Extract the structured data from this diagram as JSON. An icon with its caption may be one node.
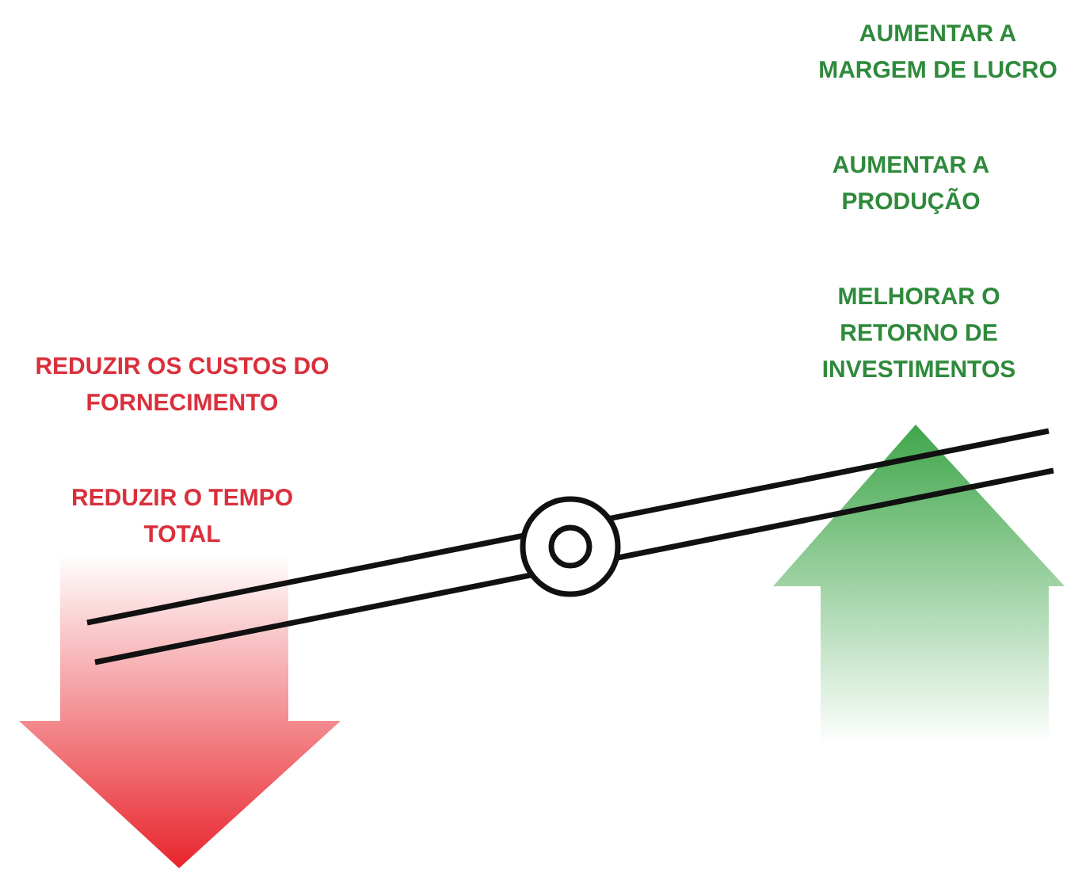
{
  "diagram": {
    "labels": [
      "AUMENTAR A MARGEM DE LUCRO",
      "AUMENTAR A PRODUÇÃO",
      "MELHORAR O RETORNO DE INVESTIMENTOS",
      "REDUZIR OS CUSTOS DO FORNECIMENTO",
      "REDUZIR O TEMPO TOTAL"
    ]
  }
}
